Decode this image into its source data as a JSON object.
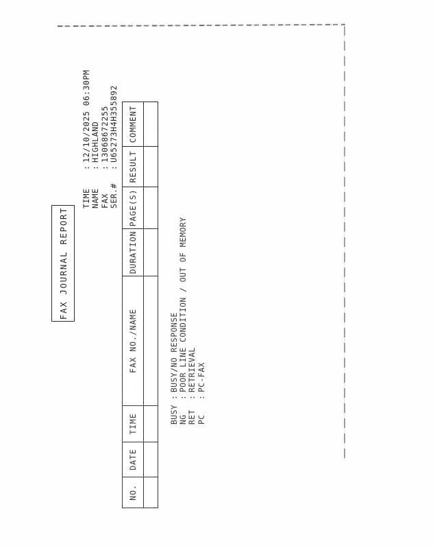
{
  "document": {
    "title": "FAX JOURNAL REPORT",
    "type": "fax-journal-report"
  },
  "header": {
    "rows": [
      {
        "label": "TIME",
        "colon": ":",
        "value": "12/10/2025  06:30PM"
      },
      {
        "label": "NAME",
        "colon": ":",
        "value": "HIGHLAND"
      },
      {
        "label": "FAX",
        "colon": ":",
        "value": "13068672255"
      },
      {
        "label": "SER.#",
        "colon": ":",
        "value": "U65273H4H355892"
      }
    ]
  },
  "table": {
    "columns": [
      "NO.",
      "DATE",
      "TIME",
      "FAX NO./NAME",
      "DURATION",
      "PAGE(S)",
      "RESULT",
      "COMMENT"
    ],
    "rows": [
      {
        "no": "",
        "date": "",
        "time": "",
        "fax_no_name": "",
        "duration": "",
        "pages": "",
        "result": "",
        "comment": ""
      }
    ]
  },
  "legend": {
    "entries": [
      {
        "code": "BUSY",
        "colon": ":",
        "description": "BUSY/NO RESPONSE"
      },
      {
        "code": "NG",
        "colon": ":",
        "description": "POOR LINE CONDITION / OUT OF MEMORY"
      },
      {
        "code": "RET",
        "colon": ":",
        "description": "RETRIEVAL"
      },
      {
        "code": "PC",
        "colon": ":",
        "description": "PC-FAX"
      }
    ]
  },
  "colors": {
    "ink": "#0d0d0d",
    "paper": "#fefefe",
    "rule": "#111111"
  }
}
